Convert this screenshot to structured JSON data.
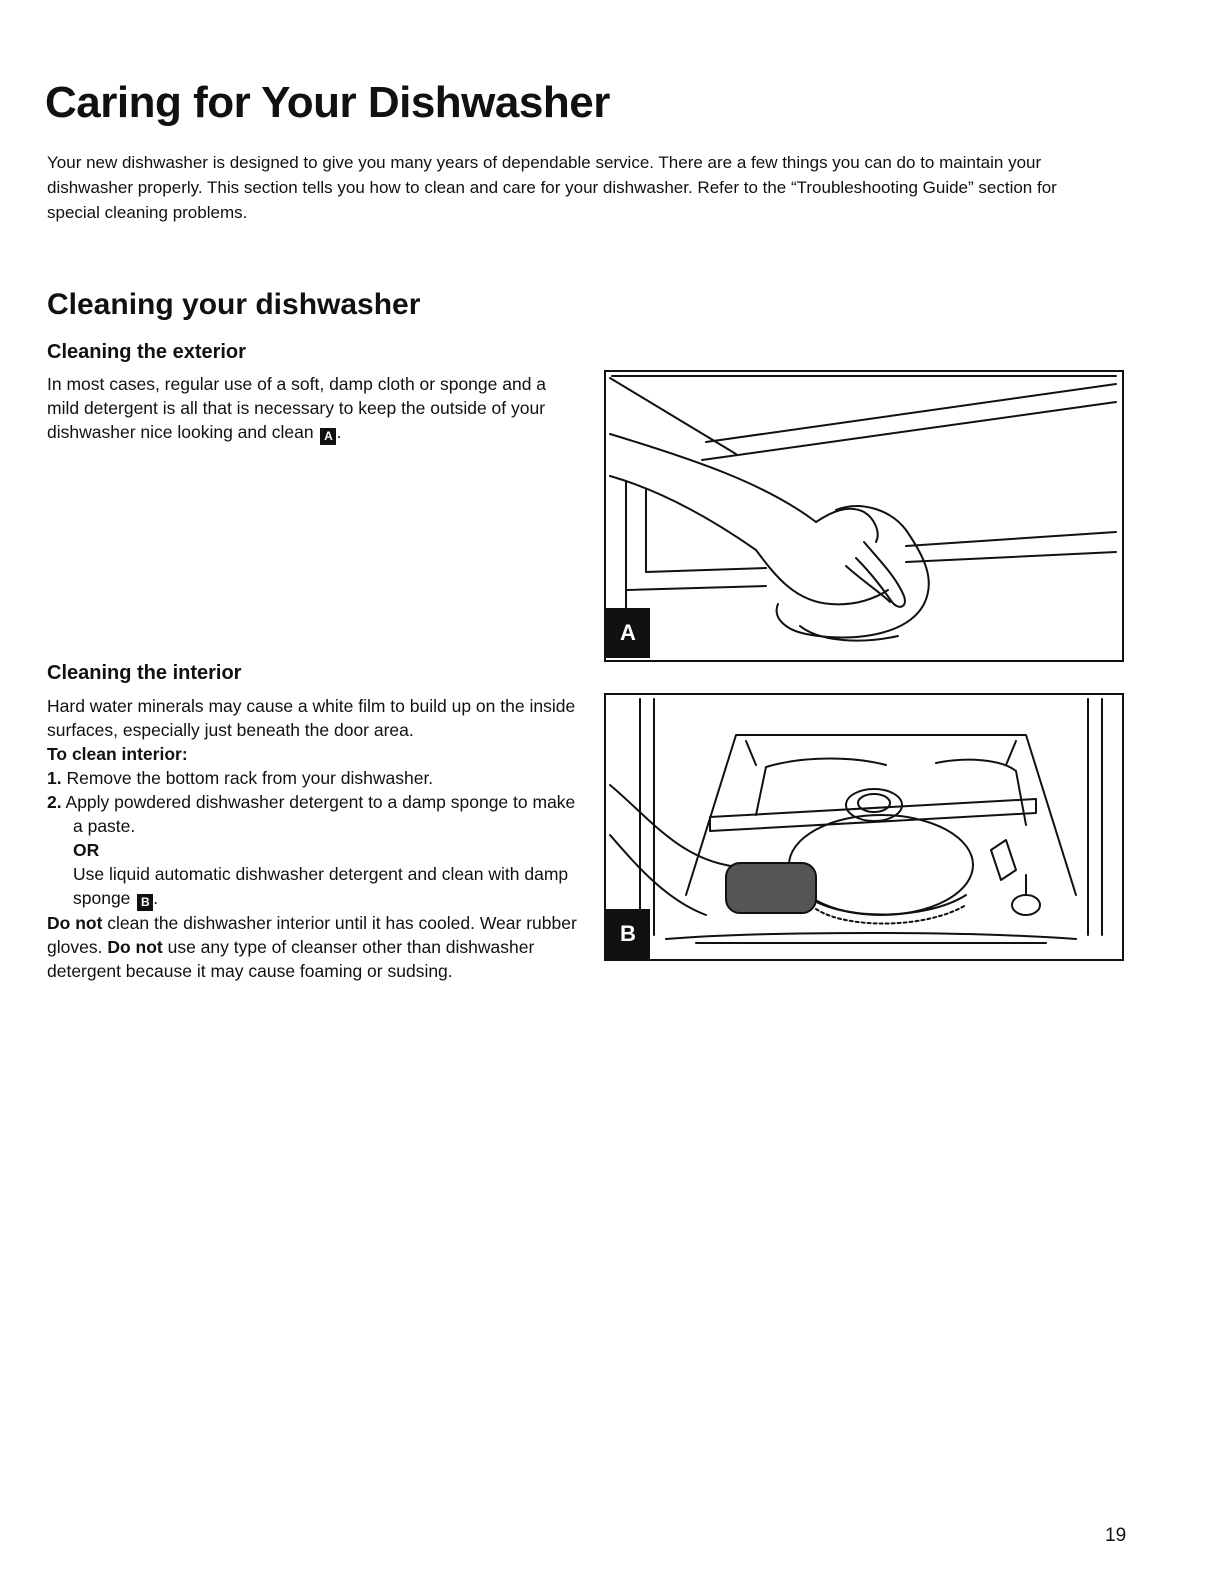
{
  "title": "Caring for Your Dishwasher",
  "intro": "Your new dishwasher is designed to give you many years of dependable service. There are a few things you can do to maintain your dishwasher properly. This section tells you how to clean and care for your dishwasher. Refer to the “Troubleshooting Guide” section for special cleaning problems.",
  "section_heading": "Cleaning your dishwasher",
  "exterior": {
    "heading": "Cleaning the exterior",
    "text": "In most cases, regular use of a soft, damp cloth or sponge and a mild detergent is all that is necessary to keep the outside of your dishwasher nice looking and clean",
    "ref_badge": "A",
    "end_punct": "."
  },
  "interior": {
    "heading": "Cleaning the interior",
    "intro": "Hard water minerals may cause a white film to build up on the inside surfaces, especially just beneath the door area.",
    "subheading": "To clean interior:",
    "step1_num": "1.",
    "step1": "Remove the bottom rack from your dishwasher.",
    "step2_num": "2.",
    "step2": "Apply powdered dishwasher detergent to a damp sponge to make a paste.",
    "or": "OR",
    "alt_step": "Use liquid automatic dishwasher detergent and clean with damp sponge",
    "ref_badge": "B",
    "end_punct": ".",
    "warning_bold1": "Do not",
    "warning_text1": " clean the dishwasher interior until it has cooled. Wear rubber gloves. ",
    "warning_bold2": "Do not",
    "warning_text2": " use any type of cleanser other than dishwasher detergent because it may cause foaming or sudsing."
  },
  "figures": {
    "a_label": "A",
    "b_label": "B"
  },
  "page_number": "19"
}
